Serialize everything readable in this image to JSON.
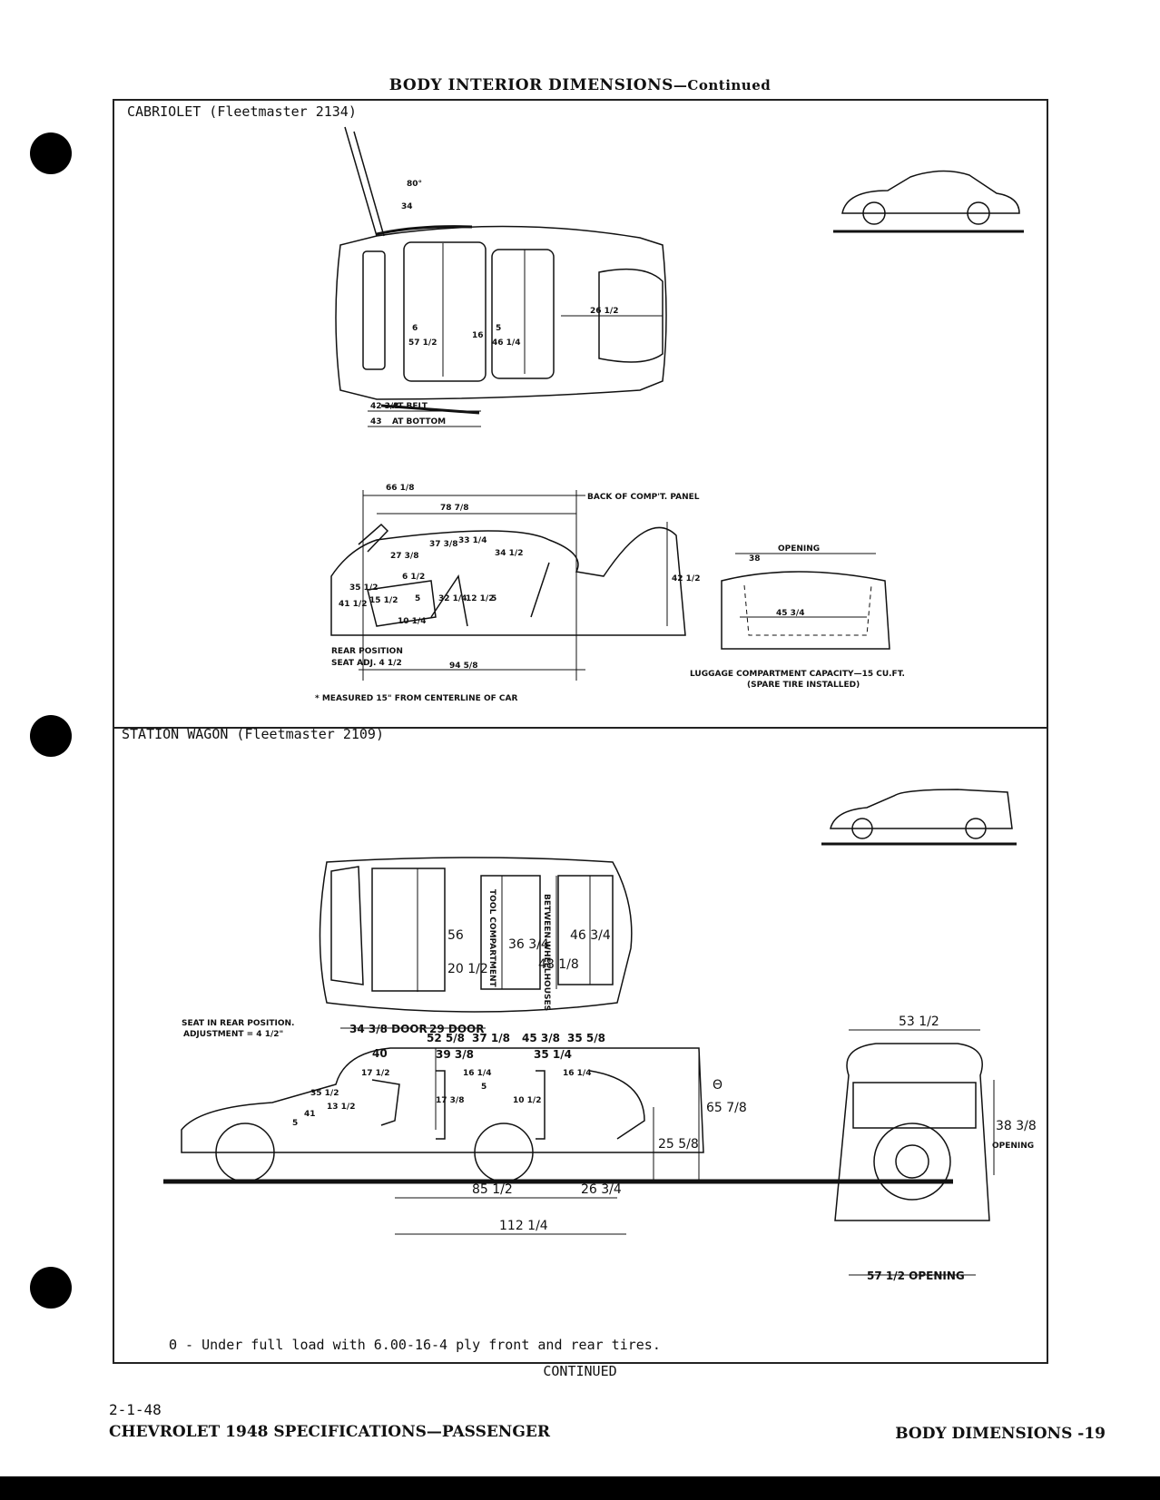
{
  "page": {
    "title": "BODY INTERIOR DIMENSIONS",
    "title_suffix": "—Continued",
    "continued": "CONTINUED",
    "date": "2-1-48",
    "footer_left": "CHEVROLET 1948 SPECIFICATIONS—PASSENGER",
    "footer_right": "BODY DIMENSIONS -19"
  },
  "cabriolet": {
    "label": "CABRIOLET (Fleetmaster 2134)",
    "top_view": {
      "top_angle": "80°",
      "top_width": "34",
      "width_front": "57 1/2",
      "offset_front": "6",
      "width_rear": "46 1/4",
      "offset_rear_a": "16",
      "offset_rear_b": "5",
      "rear_deck": "26 1/2",
      "belt": "42 3/8",
      "belt_label": "AT BELT",
      "bottom": "43",
      "bottom_label": "AT BOTTOM"
    },
    "side_view": {
      "overall_a": "66 1/8",
      "overall_b": "78 7/8",
      "back_panel": "BACK OF COMP'T. PANEL",
      "d1": "37 3/8",
      "d2": "33 1/4",
      "d3": "27 3/8",
      "d4": "34 1/2",
      "d5": "6 1/2",
      "d6": "35 1/2",
      "d7": "15 1/2",
      "d8": "41 1/2",
      "d9": "32 1/4",
      "d10": "5",
      "d11": "12 1/2",
      "d12": "5",
      "d13": "10 1/4",
      "d14": "94 5/8",
      "height": "42 1/2",
      "rear_position": "REAR POSITION",
      "seat_adj": "SEAT ADJ. 4 1/2",
      "footnote": "* MEASURED 15\" FROM CENTERLINE OF CAR"
    },
    "luggage": {
      "opening_label": "OPENING",
      "opening": "38",
      "width": "45 3/4",
      "capacity": "LUGGAGE COMPARTMENT CAPACITY—15 CU.FT.",
      "spare": "(SPARE TIRE INSTALLED)"
    }
  },
  "station_wagon": {
    "label": "STATION WAGON (Fleetmaster 2109)",
    "top_view": {
      "front_width": "56",
      "front_offset": "20 1/2",
      "tool_compartment": "TOOL COMPARTMENT",
      "mid_width": "36 3/4",
      "between_wheelhouses": "BETWEEN WHEELHOUSES",
      "wheelhouse_width": "48 1/8",
      "rear_width": "46 3/4",
      "front_door": "34 3/8 DOOR",
      "rear_door": "29 DOOR"
    },
    "side_view": {
      "seat_note": "SEAT IN REAR POSITION.",
      "adjustment": "ADJUSTMENT = 4 1/2\"",
      "d40": "40",
      "d52": "52 5/8",
      "d37": "37 1/8",
      "d45": "45 3/8",
      "d35a": "35 5/8",
      "d39": "39 3/8",
      "d35b": "35 1/4",
      "d17a": "17 1/2",
      "d16a": "16 1/4",
      "d16b": "16 1/4",
      "d35c": "35 1/2",
      "d13": "13 1/2",
      "d17b": "17 3/8",
      "d10": "10 1/2",
      "d41": "41",
      "d5": "5",
      "d5b": "5",
      "height": "65 7/8",
      "floor_height": "25 5/8",
      "theta": "Θ",
      "d85": "85 1/2",
      "d26": "26 3/4",
      "d112": "112 1/4"
    },
    "rear_view": {
      "width": "53 1/2",
      "height": "38 3/8",
      "opening_label": "OPENING",
      "bottom_opening": "57 1/2 OPENING"
    },
    "note": "Θ - Under full load with 6.00-16-4 ply front and rear tires."
  }
}
